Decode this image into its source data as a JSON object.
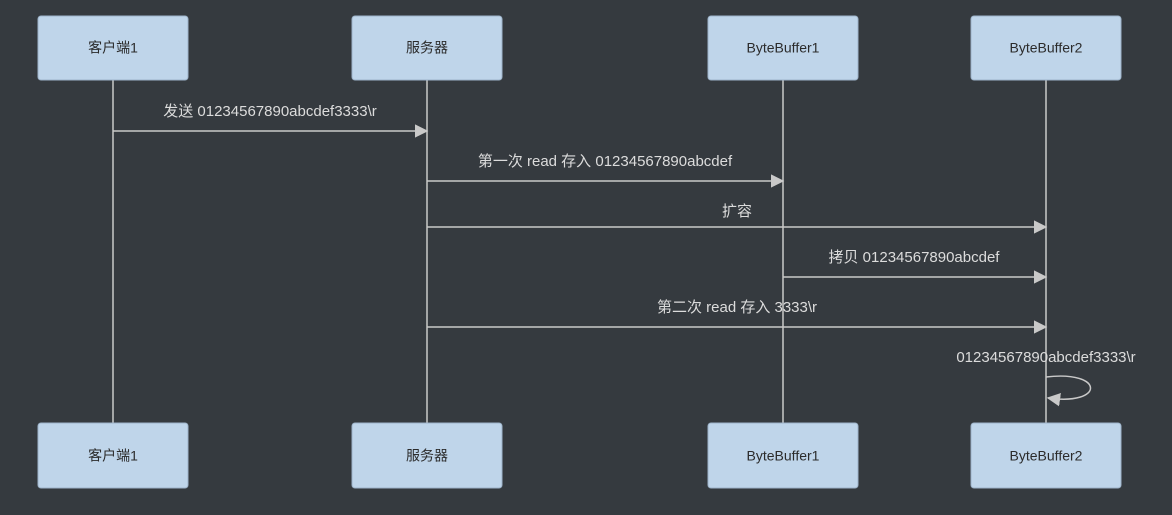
{
  "participants": [
    {
      "name": "客户端1"
    },
    {
      "name": "服务器"
    },
    {
      "name": "ByteBuffer1"
    },
    {
      "name": "ByteBuffer2"
    }
  ],
  "messages": [
    {
      "from": 0,
      "to": 1,
      "label": "发送 01234567890abcdef3333\\r"
    },
    {
      "from": 1,
      "to": 2,
      "label": "第一次 read 存入 01234567890abcdef"
    },
    {
      "from": 1,
      "to": 3,
      "label": "扩容"
    },
    {
      "from": 2,
      "to": 3,
      "label": "拷贝 01234567890abcdef"
    },
    {
      "from": 1,
      "to": 3,
      "label": "第二次 read 存入 3333\\r"
    },
    {
      "from": 3,
      "to": 3,
      "label": "01234567890abcdef3333\\r"
    }
  ],
  "colors": {
    "background": "#353a3f",
    "participant_fill": "#bfd5ea",
    "line": "#c9c9c9",
    "label": "#dcdcdc"
  }
}
